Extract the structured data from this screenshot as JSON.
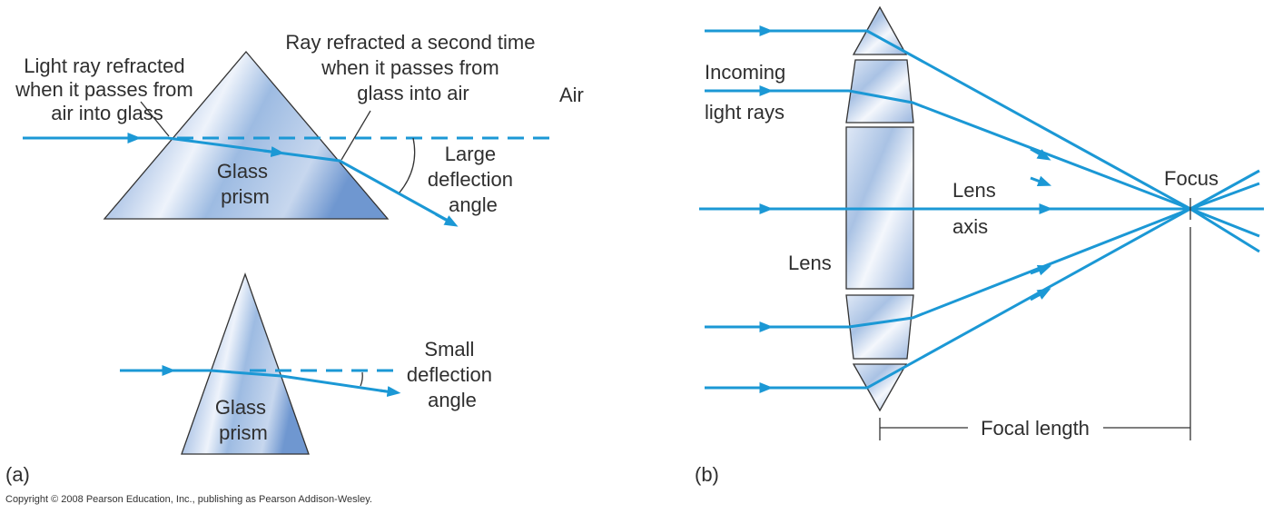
{
  "panel_a": {
    "label": "(a)",
    "callout_entry": [
      "Light ray refracted",
      "when it passes from",
      "air into glass"
    ],
    "callout_exit": [
      "Ray refracted a second time",
      "when it passes from",
      "glass into air"
    ],
    "air_label": "Air",
    "large_prism_label": [
      "Glass",
      "prism"
    ],
    "large_angle_label": [
      "Large",
      "deflection",
      "angle"
    ],
    "small_prism_label": [
      "Glass",
      "prism"
    ],
    "small_angle_label": [
      "Small",
      "deflection",
      "angle"
    ]
  },
  "panel_b": {
    "label": "(b)",
    "incoming_label": [
      "Incoming",
      "light rays"
    ],
    "lens_label": "Lens",
    "axis_label": [
      "Lens",
      "axis"
    ],
    "focus_label": "Focus",
    "focal_length_label": "Focal length"
  },
  "colors": {
    "ray": "#1b98d5",
    "glass": "#8fb3e0"
  },
  "copyright": "Copyright © 2008 Pearson Education, Inc., publishing as Pearson Addison-Wesley."
}
